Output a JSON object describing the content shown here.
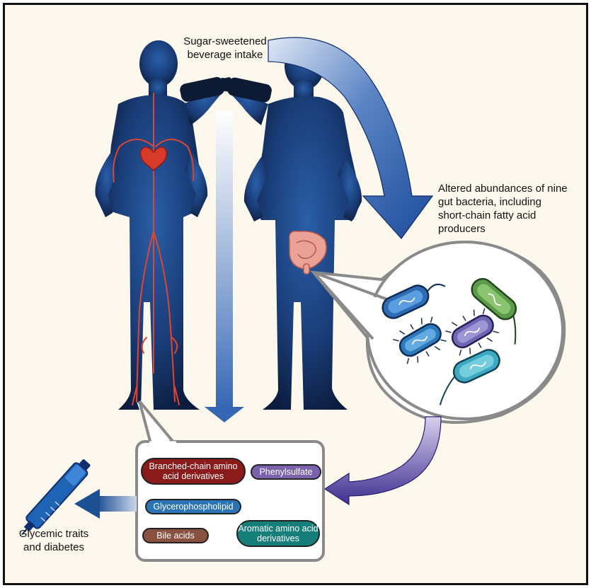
{
  "labels": {
    "intake": "Sugar-sweetened beverage intake",
    "bacteria": "Altered abundances of nine gut bacteria, including short-chain fatty acid producers",
    "outcome": "Glycemic traits and diabetes"
  },
  "metabolites": [
    {
      "name": "Branched-chain amino acid derivatives",
      "color": "#8b1a1a"
    },
    {
      "name": "Phenylsulfate",
      "color": "#7b62ad"
    },
    {
      "name": "Glycerophospholipid",
      "color": "#2a73b5"
    },
    {
      "name": "Bile acids",
      "color": "#8a5040"
    },
    {
      "name": "Aromatic amino acid derivatives",
      "color": "#177f7a"
    }
  ],
  "icons": [
    "human-silhouette-icon",
    "heart-icon",
    "intestine-icon",
    "bacterium-icon",
    "insulin-pen-icon"
  ],
  "colors": {
    "silhouette": "#142a56",
    "background": "#fcf8ee",
    "vessel": "#e0452f",
    "arrow_blue": "#1f4d9a",
    "arrow_purple": "#4a3a9c"
  }
}
